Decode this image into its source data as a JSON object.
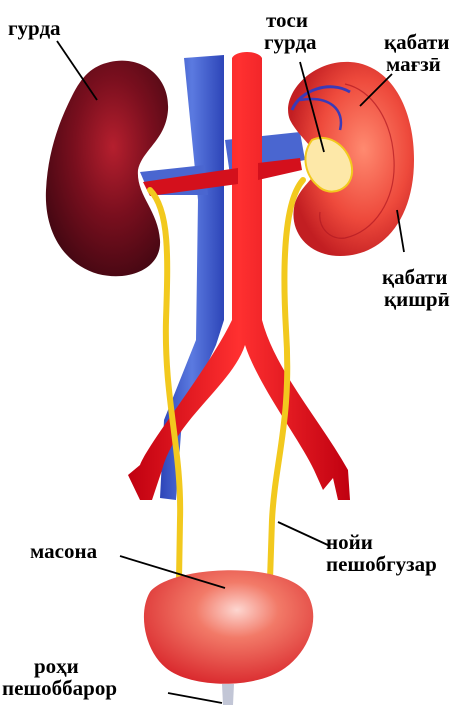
{
  "labels": {
    "kidney": "гурда",
    "renal_pelvis_line1": "тоси",
    "renal_pelvis_line2": "гурда",
    "medulla_line1": "қабати",
    "medulla_line2": "мағзӣ",
    "cortex_line1": "қабати",
    "cortex_line2": "қишрӣ",
    "bladder": "масона",
    "ureter_line1": "нойи",
    "ureter_line2": "пешобгузар",
    "urethra_line1": "роҳи",
    "urethra_line2": "пешоббарор"
  },
  "colors": {
    "vein": "#3f5fd0",
    "artery": "#e0101a",
    "ureter": "#f7d23a",
    "left_kidney": "#6a0d1a",
    "right_kidney": "#e8423a",
    "bladder": "#e84a3c"
  }
}
